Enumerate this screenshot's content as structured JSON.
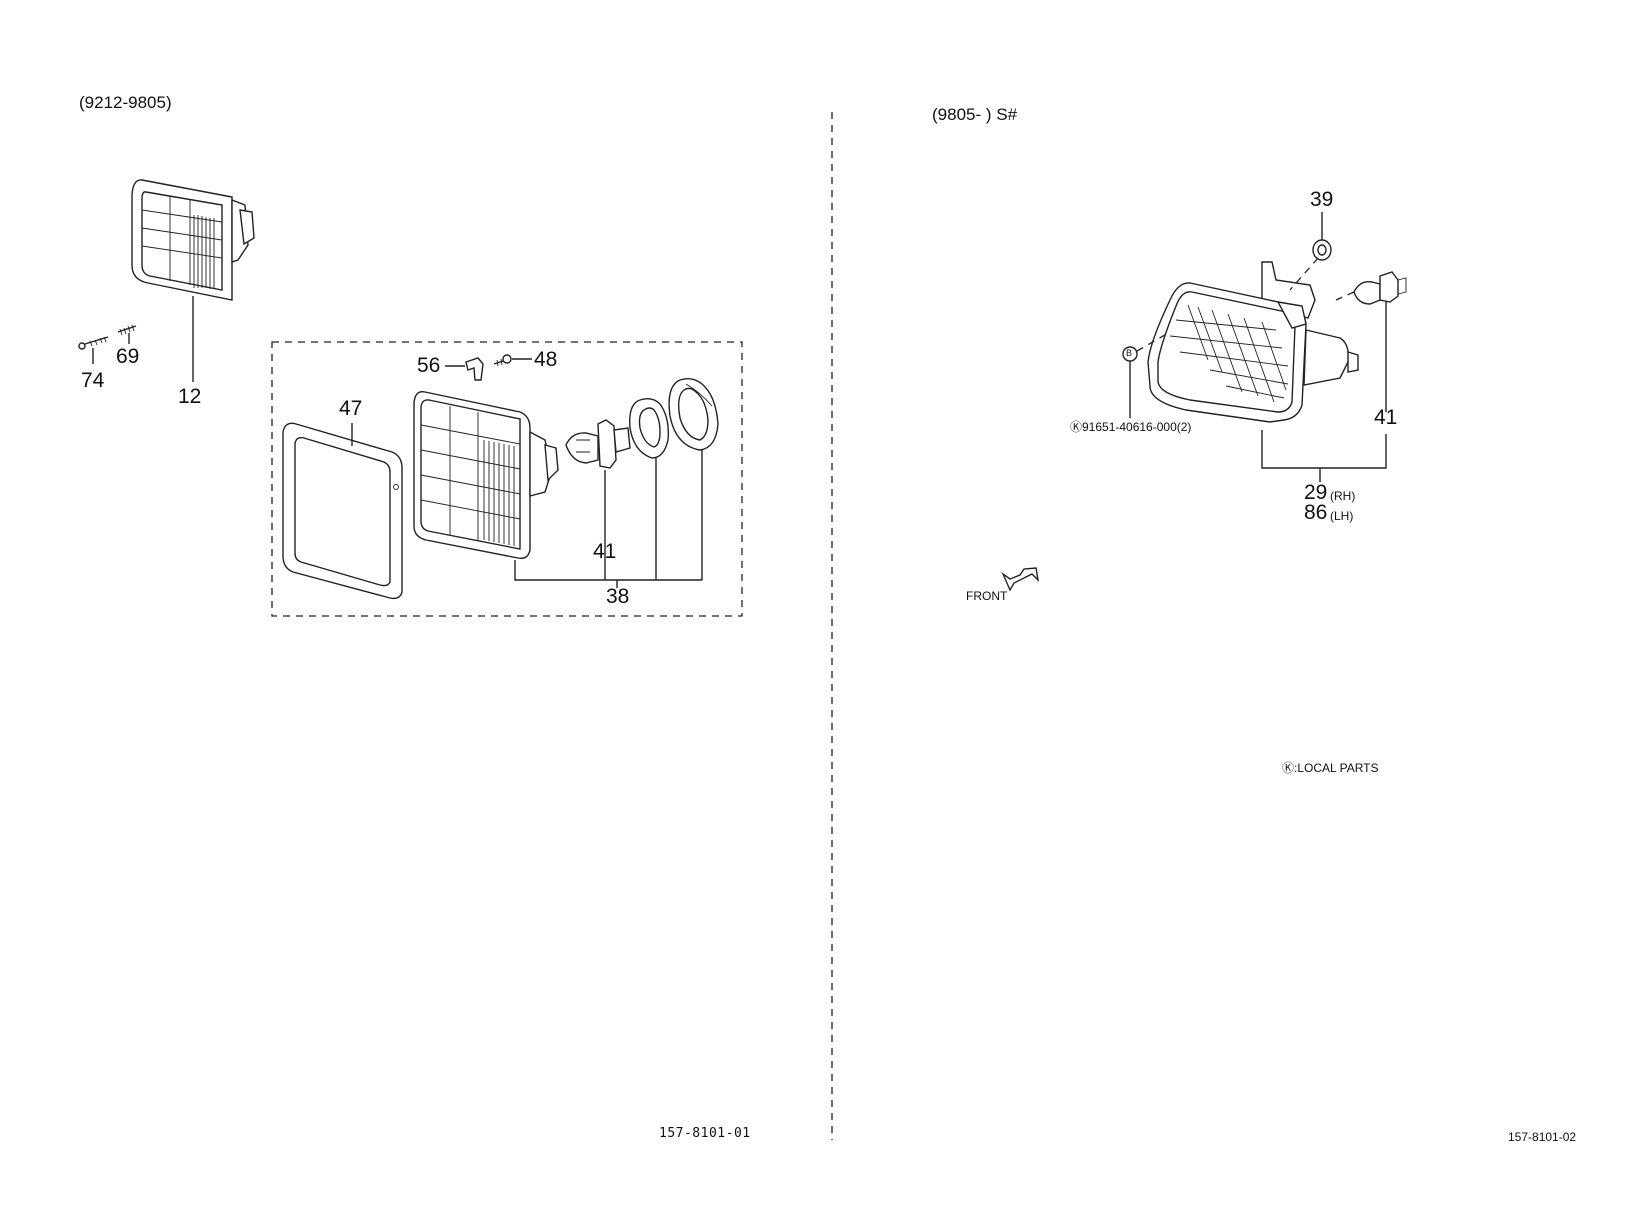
{
  "left_panel": {
    "date_range": "(9212-9805)",
    "callouts": [
      "74",
      "69",
      "12",
      "56",
      "48",
      "47",
      "41",
      "38"
    ],
    "page_code": "157-8101-01"
  },
  "right_panel": {
    "date_range": "(9805-        ) S#",
    "callouts": [
      "39",
      "41",
      "29",
      "86"
    ],
    "side_rh": "(RH)",
    "side_lh": "(LH)",
    "local_part_number": "Ⓚ91651-40616-000(2)",
    "bolt_marker": "B",
    "front_label": "FRONT",
    "legend": "Ⓚ:LOCAL PARTS",
    "page_code": "157-8101-02"
  },
  "icons": [
    "headlamp-assembly-icon",
    "headlamp-bezel-icon",
    "bulb-icon",
    "retainer-ring-icon",
    "dust-cover-icon",
    "screw-icon",
    "clip-icon",
    "front-arrow-icon",
    "grommet-icon"
  ]
}
